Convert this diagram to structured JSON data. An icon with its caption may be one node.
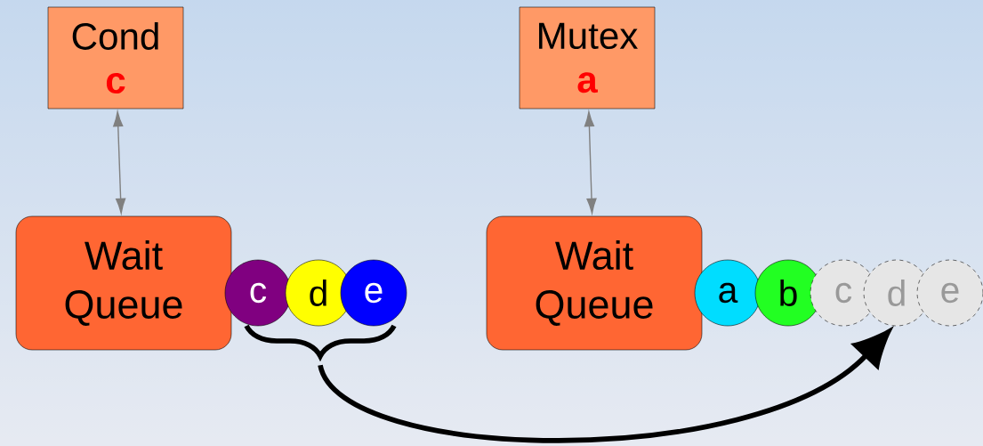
{
  "diagram": {
    "nodes": [
      {
        "text": [
          "Cond",
          "c"
        ]
      },
      {
        "text": [
          "Wait Queue"
        ]
      },
      {
        "text": [
          "c"
        ]
      },
      {
        "text": [
          "d"
        ]
      },
      {
        "text": [
          "e"
        ]
      },
      {
        "text": [
          "Mutex",
          "a"
        ]
      },
      {
        "text": [
          "Wait Queue"
        ]
      },
      {
        "text": [
          "a"
        ]
      },
      {
        "text": [
          "b"
        ]
      },
      {
        "text": [
          "c"
        ]
      },
      {
        "text": [
          "d"
        ]
      },
      {
        "text": [
          "e"
        ]
      },
      {
        "text": [],
        "shape": "brace"
      }
    ],
    "edges": [
      {
        "from": 0,
        "to": 1,
        "arrow": "both"
      },
      {
        "from": 5,
        "to": 6,
        "arrow": "both"
      },
      {
        "from": 12,
        "to": 10,
        "arrow": "to",
        "style": "thick",
        "color": "#000000"
      }
    ]
  }
}
